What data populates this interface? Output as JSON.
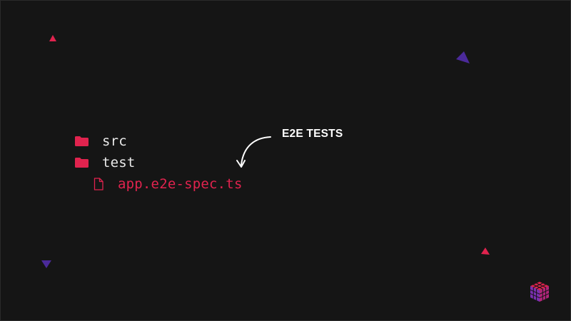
{
  "tree": {
    "folders": [
      {
        "label": "src",
        "icon": "folder-icon"
      },
      {
        "label": "test",
        "icon": "folder-icon"
      }
    ],
    "file": {
      "label": "app.e2e-spec.ts",
      "icon": "file-icon"
    }
  },
  "annotation": {
    "label": "E2E TESTS",
    "icon": "curved-arrow-icon"
  },
  "logo": {
    "icon": "cube-logo-icon"
  },
  "colors": {
    "background": "#151515",
    "accent_red": "#e0234e",
    "accent_purple": "#4b2a9a",
    "text": "#e9e9e9"
  }
}
